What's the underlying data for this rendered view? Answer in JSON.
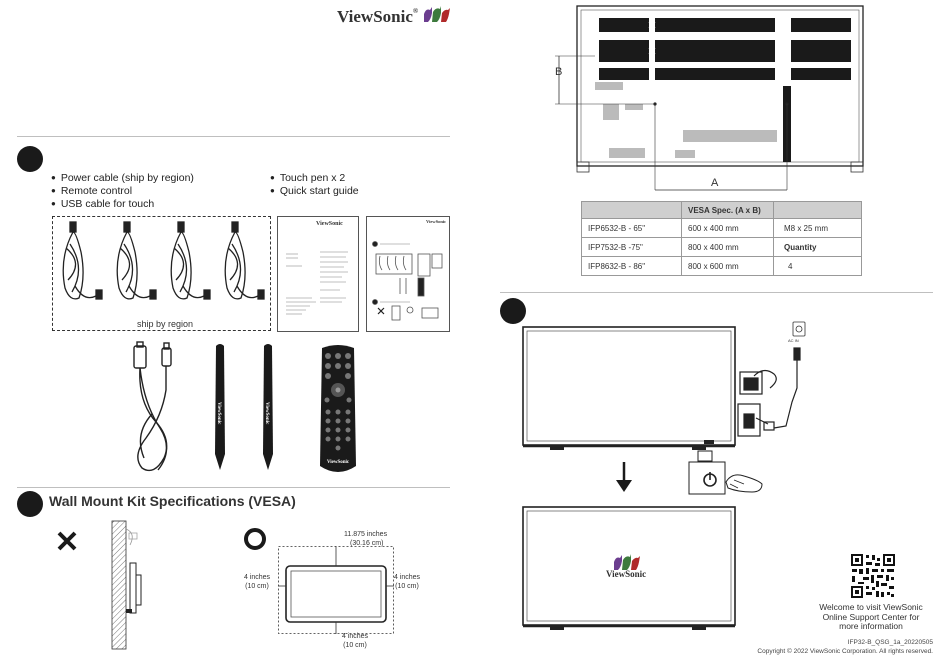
{
  "brand": {
    "name": "ViewSonic",
    "reg": "®",
    "bird_colors": [
      "#6b3d8f",
      "#3d7a3d",
      "#b02a2a"
    ]
  },
  "contents": {
    "left_items": [
      "Power cable (ship by region)",
      "Remote control",
      "USB cable for touch"
    ],
    "right_items": [
      "Touch pen x 2",
      "Quick start guide"
    ],
    "cable_caption": "ship by region",
    "guide_brand": "ViewSonic",
    "pen_brand": "ViewSonic",
    "remote_brand": "ViewSonic"
  },
  "vesa_section": {
    "title": "Wall Mount Kit Specifications (VESA)",
    "top_dim_in": "11.875 inches",
    "top_dim_cm": "(30.16 cm)",
    "left_dim_in": "4 inches",
    "left_dim_cm": "(10 cm)",
    "right_dim_in": "4 inches",
    "right_dim_cm": "(10 cm)",
    "bottom_dim_in": "4 inches",
    "bottom_dim_cm": "(10 cm)"
  },
  "rear_diagram": {
    "label_a": "A",
    "label_b": "B"
  },
  "vesa_table": {
    "headers": [
      "",
      "VESA Spec. (A x B)",
      ""
    ],
    "rows": [
      [
        "IFP6532-B - 65\"",
        "600 x 400 mm",
        "M8 x 25 mm"
      ],
      [
        "IFP7532-B -75\"",
        "800 x 400 mm",
        "Quantity"
      ],
      [
        "IFP8632-B - 86\"",
        "800 x 600 mm",
        "4"
      ]
    ]
  },
  "power_section": {
    "outlet_label": "AC IN",
    "screen_brand": "ViewSonic"
  },
  "support": {
    "line1": "Welcome to visit ViewSonic",
    "line2": "Online Support Center for",
    "line3": "more information"
  },
  "footer": {
    "doc_code": "IFP32-B_QSG_1a_20220505",
    "copyright": "Copyright © 2022 ViewSonic Corporation. All rights reserved."
  }
}
